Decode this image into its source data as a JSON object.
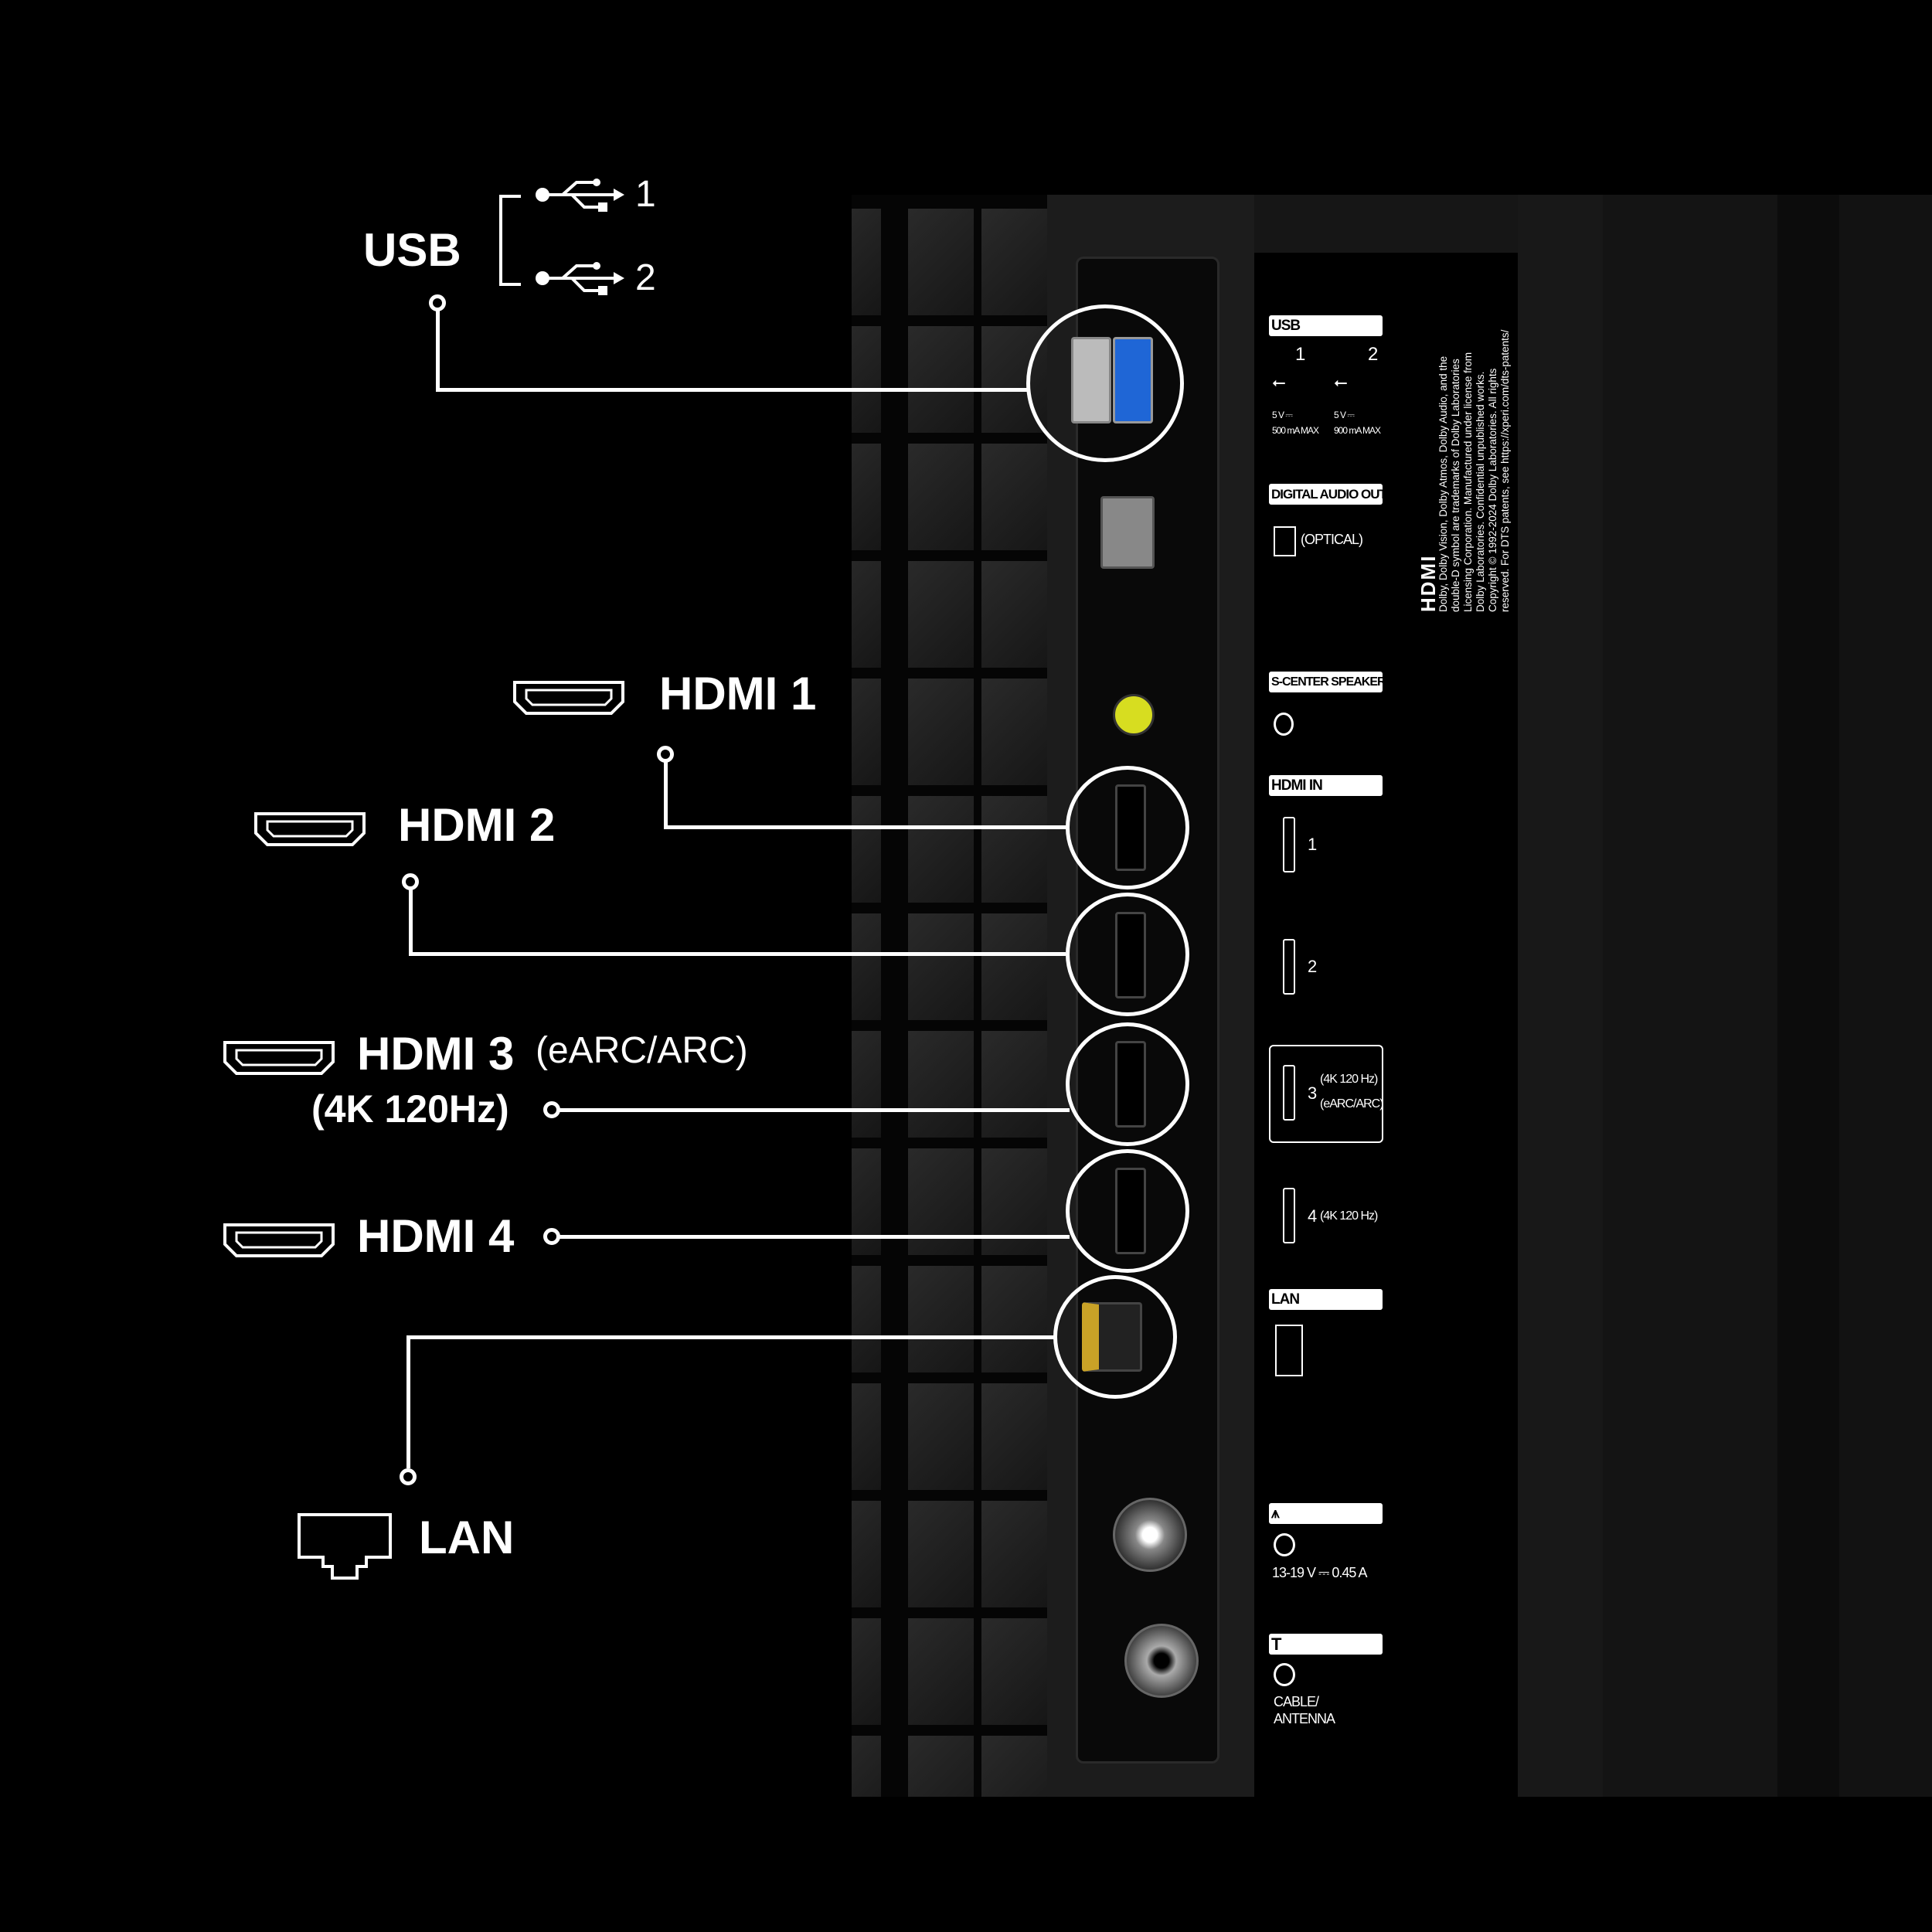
{
  "callouts": {
    "usb": {
      "label": "USB",
      "port1": "1",
      "port2": "2"
    },
    "hdmi1": {
      "label": "HDMI 1"
    },
    "hdmi2": {
      "label": "HDMI 2"
    },
    "hdmi3": {
      "label": "HDMI 3",
      "note": "(eARC/ARC)",
      "spec": "(4K 120Hz)"
    },
    "hdmi4": {
      "label": "HDMI 4"
    },
    "lan": {
      "label": "LAN"
    }
  },
  "panel": {
    "usb": {
      "title": "USB",
      "n1": "1",
      "n2": "2",
      "v1": "5 V ⎓",
      "a1": "500 mA MAX",
      "v2": "5 V ⎓",
      "a2": "900 mA MAX"
    },
    "audio": {
      "title": "DIGITAL AUDIO OUT ⇨",
      "optical": "(OPTICAL)"
    },
    "center": {
      "title": "S-CENTER SPEAKER IN"
    },
    "hdmi": {
      "title": "HDMI IN",
      "p1": "1",
      "p2": "2",
      "p3": "3",
      "p3spec": "(4K 120 Hz)",
      "p3arc": "(eARC/ARC)",
      "p4": "4",
      "p4spec": "(4K 120 Hz)"
    },
    "lan": {
      "title": "LAN"
    },
    "satellite": {
      "title": "⩚",
      "spec": "13-19 V ⎓ 0.45 A"
    },
    "antenna": {
      "title": "T",
      "label1": "CABLE/",
      "label2": "ANTENNA"
    },
    "hdmi_logo": "HDMI",
    "legal": "Dolby, Dolby Vision, Dolby Atmos, Dolby Audio, and the double-D symbol are trademarks of Dolby Laboratories Licensing Corporation. Manufactured under license from Dolby Laboratories. Confidential unpublished works. Copyright © 1992-2024 Dolby Laboratories. All rights reserved. For DTS patents, see https://xperi.com/dts-patents/"
  }
}
